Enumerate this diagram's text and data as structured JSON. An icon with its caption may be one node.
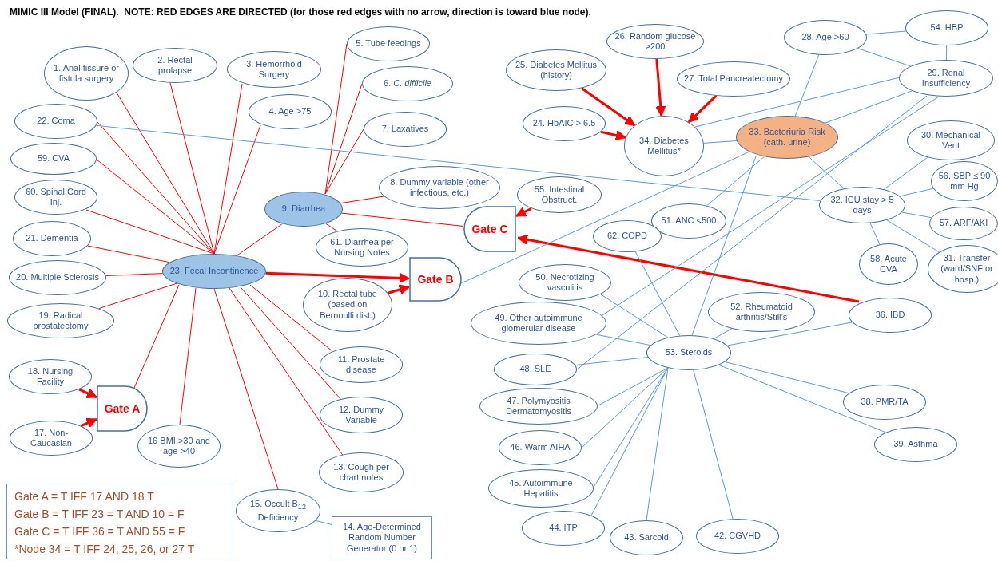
{
  "diagram": {
    "title": "MIMIC III Model (FINAL).  NOTE: RED EDGES ARE DIRECTED (for those red edges with no arrow, direction is toward blue node).",
    "nodes": [
      {
        "text": [
          "1. Anal fissure or fistula surgery"
        ]
      },
      {
        "text": [
          "2. Rectal prolapse"
        ]
      },
      {
        "text": [
          "3. Hemorrhoid Surgery"
        ]
      },
      {
        "text": [
          "4. Age >75"
        ]
      },
      {
        "text": [
          "5. Tube feedings"
        ]
      },
      {
        "text": [
          "6. *C. difficile*"
        ]
      },
      {
        "text": [
          "7. Laxatives"
        ]
      },
      {
        "text": [
          "25. Diabetes Mellitus (history)"
        ]
      },
      {
        "text": [
          "26. Random glucose >200"
        ]
      },
      {
        "text": [
          "28. Age >60"
        ]
      },
      {
        "text": [
          "54. HBP"
        ]
      },
      {
        "text": [
          "27.  Total Pancreatectomy"
        ]
      },
      {
        "text": [
          "29. Renal Insufficiency"
        ]
      },
      {
        "text": [
          "22. Coma"
        ]
      },
      {
        "text": [
          "24. HbAIC > 6.5"
        ]
      },
      {
        "text": [
          "34. Diabetes Mellitus*"
        ]
      },
      {
        "text": [
          "33. Bacteriuria Risk (cath. urine)"
        ]
      },
      {
        "text": [
          "30. Mechanical Vent"
        ]
      },
      {
        "text": [
          "59. CVA"
        ]
      },
      {
        "text": [
          "8. Dummy variable (other infectious, etc.)"
        ]
      },
      {
        "text": [
          "56. SBP ≤ 90 mm Hg"
        ]
      },
      {
        "text": [
          "60. Spinal Cord Inj."
        ]
      },
      {
        "text": [
          "9. Diarrhea"
        ]
      },
      {
        "text": [
          "55. Intestinal Obstruct."
        ]
      },
      {
        "text": [
          "32. ICU stay > 5 days"
        ]
      },
      {
        "text": [
          "51. ANC <500"
        ]
      },
      {
        "text": [
          "Gate C"
        ]
      },
      {
        "text": [
          "57. ARF/AKI"
        ]
      },
      {
        "text": [
          "62. COPD"
        ]
      },
      {
        "text": [
          "21. Dementia"
        ]
      },
      {
        "text": [
          "61. Diarrhea per Nursing Notes"
        ]
      },
      {
        "text": [
          "58. Acute CVA"
        ]
      },
      {
        "text": [
          "31. Transfer (ward/SNF or hosp.)"
        ]
      },
      {
        "text": [
          "23. Fecal Incontinence"
        ]
      },
      {
        "text": [
          "Gate B"
        ]
      },
      {
        "text": [
          "20. Multiple Sclerosis"
        ]
      },
      {
        "text": [
          "50. Necrotizing vasculitis"
        ]
      },
      {
        "text": [
          "10. Rectal tube (based on Bernoulli dist.)"
        ]
      },
      {
        "text": [
          "52. Rheumatoid arthritis/Still’s"
        ]
      },
      {
        "text": [
          "36. IBD"
        ]
      },
      {
        "text": [
          "19. Radical prostatectomy"
        ]
      },
      {
        "text": [
          "49.  Other autoimmune glomerular disease"
        ]
      },
      {
        "text": [
          "53. Steroids"
        ]
      },
      {
        "text": [
          "11. Prostate disease"
        ]
      },
      {
        "text": [
          "48. SLE"
        ]
      },
      {
        "text": [
          "18. Nursing Facility"
        ]
      },
      {
        "text": [
          "Gate A"
        ]
      },
      {
        "text": [
          "47. Polymyositis Dermatomyositis"
        ]
      },
      {
        "text": [
          "38. PMR/TA"
        ]
      },
      {
        "text": [
          "12. Dummy Variable"
        ]
      },
      {
        "text": [
          "17. Non-Caucasian"
        ]
      },
      {
        "text": [
          "16 BMI >30 and age >40"
        ]
      },
      {
        "text": [
          "39. Asthma"
        ]
      },
      {
        "text": [
          "46. Warm AIHA"
        ]
      },
      {
        "text": [
          "13. Cough per chart notes"
        ]
      },
      {
        "text": [
          "45. Autoimmune Hepatitis"
        ]
      },
      {
        "text": [
          "15. Occult B$_{12}$ Deficiency"
        ]
      },
      {
        "text": [
          "44. ITP"
        ]
      },
      {
        "text": [
          "14. Age-Determined Random Number Generator (0 or 1)"
        ]
      },
      {
        "text": [
          "43. Sarcoid"
        ]
      },
      {
        "text": [
          "42. CGVHD"
        ]
      }
    ],
    "edges": [
      {
        "from": 0,
        "to": 33,
        "arrow": "none",
        "color": "#ff0000"
      },
      {
        "from": 1,
        "to": 33,
        "arrow": "none",
        "color": "#ff0000"
      },
      {
        "from": 2,
        "to": 33,
        "arrow": "none",
        "color": "#ff0000"
      },
      {
        "from": 3,
        "to": 33,
        "arrow": "none",
        "color": "#ff0000"
      },
      {
        "from": 13,
        "to": 33,
        "arrow": "none",
        "color": "#ff0000"
      },
      {
        "from": 18,
        "to": 33,
        "arrow": "none",
        "color": "#ff0000"
      },
      {
        "from": 21,
        "to": 33,
        "arrow": "none",
        "color": "#ff0000"
      },
      {
        "from": 29,
        "to": 33,
        "arrow": "none",
        "color": "#ff0000"
      },
      {
        "from": 35,
        "to": 33,
        "arrow": "none",
        "color": "#ff0000"
      },
      {
        "from": 40,
        "to": 33,
        "arrow": "none",
        "color": "#ff0000"
      },
      {
        "from": 22,
        "to": 33,
        "arrow": "none",
        "color": "#ff0000"
      },
      {
        "from": 46,
        "to": 33,
        "arrow": "none",
        "color": "#ff0000"
      },
      {
        "from": 51,
        "to": 33,
        "arrow": "none",
        "color": "#ff0000"
      },
      {
        "from": 56,
        "to": 33,
        "arrow": "none",
        "color": "#ff0000"
      },
      {
        "from": 54,
        "to": 33,
        "arrow": "none",
        "color": "#ff0000"
      },
      {
        "from": 49,
        "to": 33,
        "arrow": "none",
        "color": "#ff0000"
      },
      {
        "from": 43,
        "to": 33,
        "arrow": "none",
        "color": "#ff0000"
      },
      {
        "from": 4,
        "to": 22,
        "arrow": "none",
        "color": "#ff0000"
      },
      {
        "from": 5,
        "to": 22,
        "arrow": "none",
        "color": "#ff0000"
      },
      {
        "from": 6,
        "to": 22,
        "arrow": "none",
        "color": "#ff0000"
      },
      {
        "from": 19,
        "to": 22,
        "arrow": "none",
        "color": "#ff0000"
      },
      {
        "from": 30,
        "to": 22,
        "arrow": "none",
        "color": "#ff0000"
      },
      {
        "from": 26,
        "to": 22,
        "arrow": "none",
        "color": "#ff0000"
      },
      {
        "from": 45,
        "to": 46,
        "arrow": "to",
        "style": "thick",
        "color": "#ff0000"
      },
      {
        "from": 50,
        "to": 46,
        "arrow": "to",
        "style": "thick",
        "color": "#ff0000"
      },
      {
        "from": 33,
        "to": 34,
        "arrow": "to",
        "style": "thick",
        "color": "#ff0000"
      },
      {
        "from": 37,
        "to": 34,
        "arrow": "to",
        "style": "thick",
        "color": "#ff0000"
      },
      {
        "from": 23,
        "to": 26,
        "arrow": "to",
        "style": "thick",
        "color": "#ff0000"
      },
      {
        "from": 39,
        "to": 26,
        "arrow": "to",
        "style": "thick",
        "color": "#ff0000"
      },
      {
        "from": 7,
        "to": 15,
        "arrow": "to",
        "style": "thick",
        "color": "#ff0000"
      },
      {
        "from": 8,
        "to": 15,
        "arrow": "to",
        "style": "thick",
        "color": "#ff0000"
      },
      {
        "from": 11,
        "to": 15,
        "arrow": "to",
        "style": "thick",
        "color": "#ff0000"
      },
      {
        "from": 14,
        "to": 15,
        "arrow": "to",
        "style": "thick",
        "color": "#ff0000"
      },
      {
        "from": 13,
        "to": 24,
        "arrow": "none"
      },
      {
        "from": 15,
        "to": 16,
        "arrow": "none"
      },
      {
        "from": 15,
        "to": 12,
        "arrow": "none"
      },
      {
        "from": 9,
        "to": 16,
        "arrow": "none"
      },
      {
        "from": 9,
        "to": 10,
        "arrow": "none"
      },
      {
        "from": 9,
        "to": 12,
        "arrow": "none"
      },
      {
        "from": 10,
        "to": 12,
        "arrow": "none"
      },
      {
        "from": 12,
        "to": 16,
        "arrow": "none"
      },
      {
        "from": 12,
        "to": 41,
        "arrow": "none"
      },
      {
        "from": 12,
        "to": 44,
        "arrow": "none"
      },
      {
        "from": 34,
        "to": 16,
        "arrow": "none"
      },
      {
        "from": 16,
        "to": 25,
        "arrow": "none"
      },
      {
        "from": 16,
        "to": 42,
        "arrow": "none"
      },
      {
        "from": 16,
        "to": 24,
        "arrow": "none"
      },
      {
        "from": 24,
        "to": 17,
        "arrow": "none"
      },
      {
        "from": 24,
        "to": 20,
        "arrow": "none"
      },
      {
        "from": 24,
        "to": 27,
        "arrow": "none"
      },
      {
        "from": 24,
        "to": 31,
        "arrow": "none"
      },
      {
        "from": 24,
        "to": 32,
        "arrow": "none"
      },
      {
        "from": 28,
        "to": 42,
        "arrow": "none"
      },
      {
        "from": 36,
        "to": 42,
        "arrow": "none"
      },
      {
        "from": 38,
        "to": 42,
        "arrow": "none"
      },
      {
        "from": 39,
        "to": 42,
        "arrow": "none"
      },
      {
        "from": 41,
        "to": 42,
        "arrow": "none"
      },
      {
        "from": 44,
        "to": 42,
        "arrow": "none"
      },
      {
        "from": 47,
        "to": 42,
        "arrow": "none"
      },
      {
        "from": 53,
        "to": 42,
        "arrow": "none"
      },
      {
        "from": 55,
        "to": 42,
        "arrow": "none"
      },
      {
        "from": 57,
        "to": 42,
        "arrow": "none"
      },
      {
        "from": 59,
        "to": 42,
        "arrow": "none"
      },
      {
        "from": 60,
        "to": 42,
        "arrow": "none"
      },
      {
        "from": 48,
        "to": 42,
        "arrow": "none"
      },
      {
        "from": 52,
        "to": 42,
        "arrow": "none"
      },
      {
        "from": 56,
        "to": 58,
        "arrow": "none"
      }
    ],
    "labels": [
      "Gate A = T IFF 17 AND 18 T",
      "Gate B = T IFF 23 = T AND 10 = F",
      "Gate C = T IFF 36 = T AND 55 = F",
      "*Node 34 = T IFF 24, 25, 26, or 27 T"
    ]
  }
}
